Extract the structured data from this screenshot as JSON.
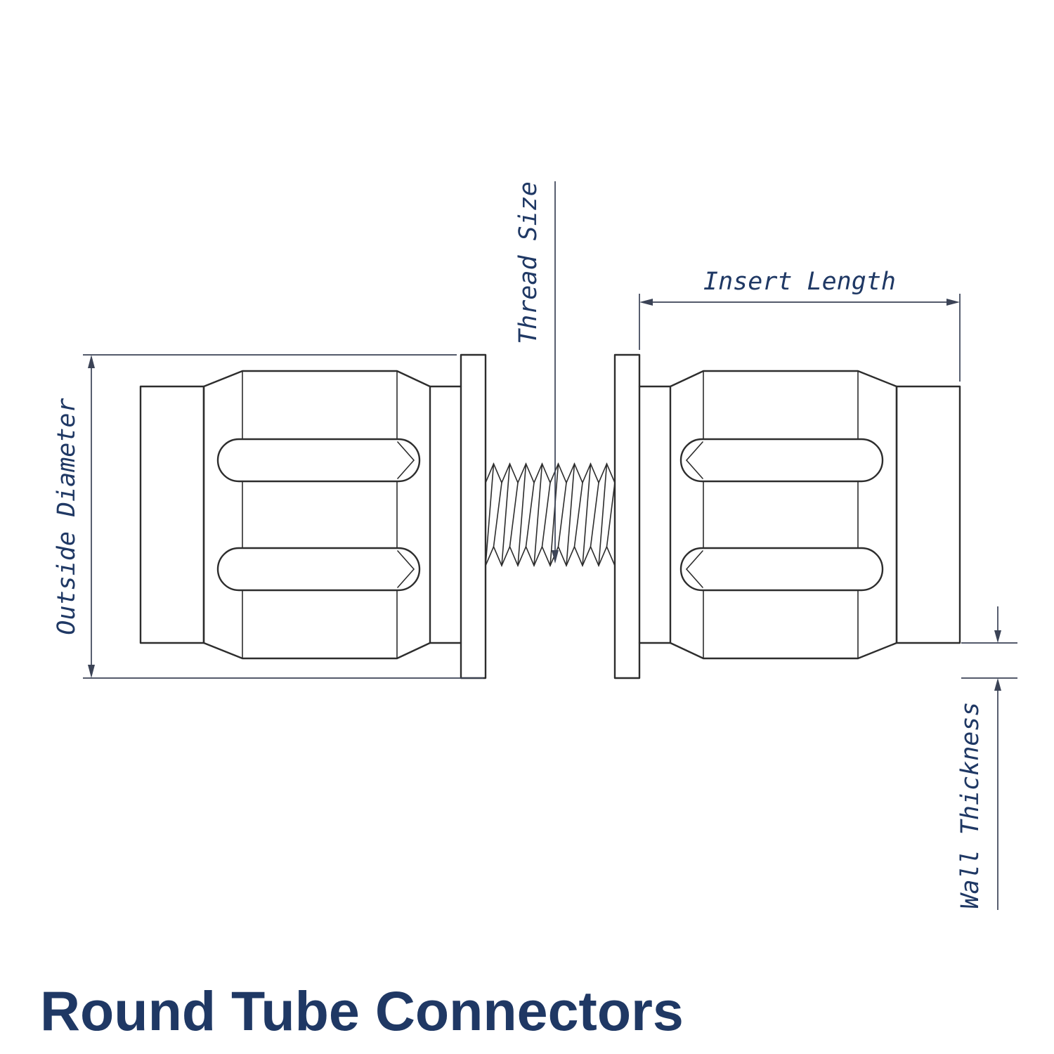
{
  "diagram": {
    "type": "technical-drawing",
    "title": "Round Tube Connectors",
    "labels": {
      "thread_size": "Thread Size",
      "insert_length": "Insert Length",
      "outside_diameter": "Outside Diameter",
      "wall_thickness": "Wall Thickness"
    },
    "colors": {
      "background": "#ffffff",
      "drawing_lines": "#2d2d2d",
      "dimension_lines": "#3b4356",
      "label_text": "#1f3864",
      "title_text": "#1f3864"
    }
  }
}
